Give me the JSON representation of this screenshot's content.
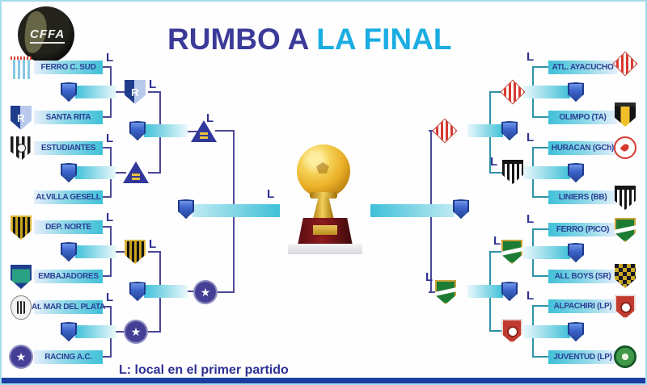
{
  "title": {
    "part1": "RUMBO A",
    "part2": " LA FINAL"
  },
  "logo": {
    "org": "CFFA"
  },
  "legend": {
    "marker": "L",
    "text": "L: local en el primer partido"
  },
  "trophy": {
    "description": "golden soccer ball trophy on red pedestal"
  },
  "colors": {
    "title_dark": "#3b3a99",
    "title_cyan": "#1aade2",
    "bar_cyan": "#3fc0d8",
    "bar_light": "#e7f6fb",
    "team_text": "#2c3f94",
    "line_left": "#4b4897",
    "line_right": "#2f93a8",
    "winner_slot_blue": "#3b63c9",
    "border_light": "#a6dcec",
    "border_navy": "#1d3da0"
  },
  "teams_left": [
    {
      "name": "FERRO C. SUD",
      "crest": "ferro-c-sud",
      "local_first_leg": true
    },
    {
      "name": "SANTA RITA",
      "crest": "santa-rita",
      "local_first_leg": false
    },
    {
      "name": "ESTUDIANTES",
      "crest": "estudiantes",
      "local_first_leg": true
    },
    {
      "name": "At.VILLA GESELL",
      "crest": "none",
      "local_first_leg": false
    },
    {
      "name": "DEP. NORTE",
      "crest": "dep-norte",
      "local_first_leg": true
    },
    {
      "name": "EMBAJADORES",
      "crest": "embajadores",
      "local_first_leg": false
    },
    {
      "name": "At. MAR DEL PLATA",
      "crest": "mar-del-plata",
      "local_first_leg": true
    },
    {
      "name": "RACING A.C.",
      "crest": "racing",
      "local_first_leg": false
    }
  ],
  "teams_right": [
    {
      "name": "ATL. AYACUCHO",
      "crest": "ayacucho",
      "local_first_leg": true
    },
    {
      "name": "OLIMPO (TA)",
      "crest": "olimpo",
      "local_first_leg": false
    },
    {
      "name": "HURACAN (GCh)",
      "crest": "huracan",
      "local_first_leg": true
    },
    {
      "name": "LINIERS (BB)",
      "crest": "liniers",
      "local_first_leg": false
    },
    {
      "name": "FERRO (PICO)",
      "crest": "ferro-pico",
      "local_first_leg": true
    },
    {
      "name": "ALL BOYS (SR)",
      "crest": "all-boys",
      "local_first_leg": false
    },
    {
      "name": "ALPACHIRI (LP)",
      "crest": "alpachiri",
      "local_first_leg": true
    },
    {
      "name": "JUVENTUD (LP)",
      "crest": "juventud",
      "local_first_leg": false
    }
  ],
  "advancing": {
    "left_quarterfinalists": [
      "SANTA RITA",
      "At.VILLA GESELL",
      "DEP. NORTE",
      "RACING A.C."
    ],
    "left_quarterfinal_locals": [
      "SANTA RITA",
      "DEP. NORTE"
    ],
    "left_semifinalists": [
      "At.VILLA GESELL",
      "RACING A.C."
    ],
    "left_semifinal_local": "At.VILLA GESELL",
    "right_quarterfinalists": [
      "ATL. AYACUCHO",
      "LINIERS (BB)",
      "FERRO (PICO)",
      "ALPACHIRI (LP)"
    ],
    "right_quarterfinal_locals": [
      "LINIERS (BB)",
      "FERRO (PICO)"
    ],
    "right_semifinalists": [
      "ATL. AYACUCHO",
      "FERRO (PICO)"
    ],
    "right_semifinal_local": "FERRO (PICO)",
    "final_local_side": "left"
  },
  "crest_letters": {
    "santa_rita": "R"
  }
}
